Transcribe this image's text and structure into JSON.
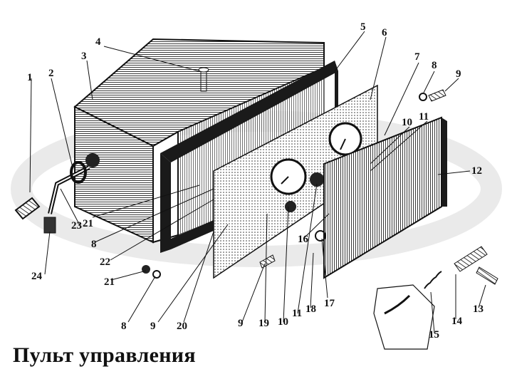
{
  "caption": "Пульт управления",
  "callouts": [
    "1",
    "2",
    "3",
    "4",
    "5",
    "6",
    "7",
    "8",
    "9",
    "10",
    "11",
    "12",
    "8",
    "9",
    "10",
    "11",
    "13",
    "14",
    "15",
    "16",
    "17",
    "18",
    "19",
    "20",
    "21",
    "22",
    "23",
    "24",
    "21",
    "8",
    "9",
    "9",
    "10",
    "11"
  ],
  "colors": {
    "ink": "#111111",
    "hatch": "#3a3a3a",
    "paper": "#ffffff",
    "watermark": "#d9d9d9"
  }
}
